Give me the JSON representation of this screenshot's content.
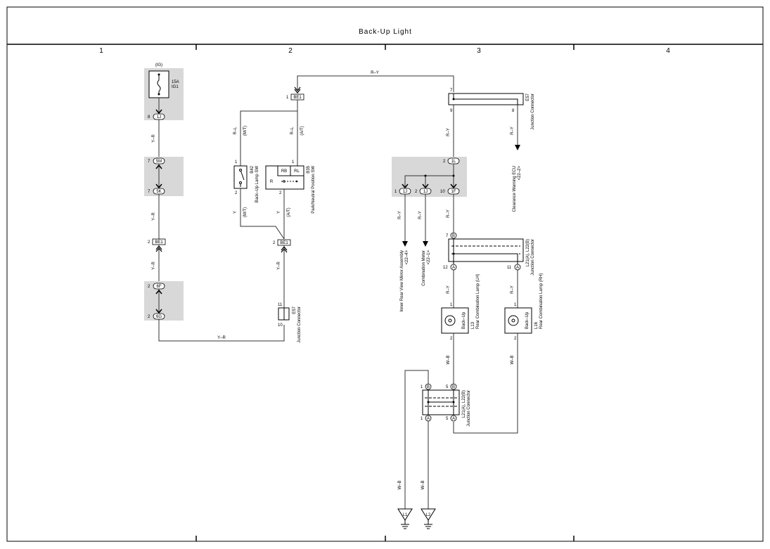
{
  "title": "Back-Up Light",
  "columns": [
    "1",
    "2",
    "3",
    "4"
  ],
  "fuse": {
    "ig": "(IG)",
    "rating": "15A",
    "name": "IG1"
  },
  "connectors": {
    "c1j": "1J",
    "c5m": "5M",
    "c5k": "5K",
    "c6f": "6F",
    "c6g": "6G",
    "be1": "BE1",
    "c1l": "1L",
    "c1f": "1F",
    "a": "A",
    "b": "B"
  },
  "pins": {
    "p1": "1",
    "p2": "2",
    "p5": "5",
    "p7": "7",
    "p8": "8",
    "p9": "9",
    "p10": "10",
    "p11": "11",
    "p12": "12"
  },
  "wires": {
    "yr": "Y–R",
    "ry": "R–Y",
    "rl": "R–L",
    "y": "Y",
    "wb": "W–B"
  },
  "modes": {
    "mt": "(M/T)",
    "at": "(A/T)"
  },
  "components": {
    "b42": {
      "id": "B42",
      "name": "Back–Up Lamp SW"
    },
    "b35": {
      "id": "B35",
      "name": "Park/Neutral Position SW",
      "rb": "RB",
      "rl": "RL",
      "r": "R"
    },
    "e57_bottom": {
      "id": "E57",
      "name": "Junction Connector"
    },
    "e57_top": {
      "id": "E57",
      "name": "Junction Connector"
    },
    "clearance": {
      "name": "Clearance Warning ECU",
      "ref": "<22–2>"
    },
    "inner_mirror": {
      "name": "Inner Rear View Mirror Assembly",
      "ref": "<22–4>"
    },
    "combo_meter": {
      "name": "Combination Meter",
      "ref": "<22–1>"
    },
    "jc_top": {
      "id": "L21(A), L22(B)",
      "name": "Junction Connector"
    },
    "jc_bottom": {
      "id": "L21(A), L22(B)",
      "name": "Junction Connector"
    },
    "l13": {
      "id": "L13",
      "name": "Rear Combination Lamp (LH)",
      "lamp": "Back–Up"
    },
    "l16": {
      "id": "L16",
      "name": "Rear Combination Lamp (RH)",
      "lamp": "Back–Up"
    }
  },
  "grounds": {
    "g1": "L1",
    "g2": "L2"
  }
}
